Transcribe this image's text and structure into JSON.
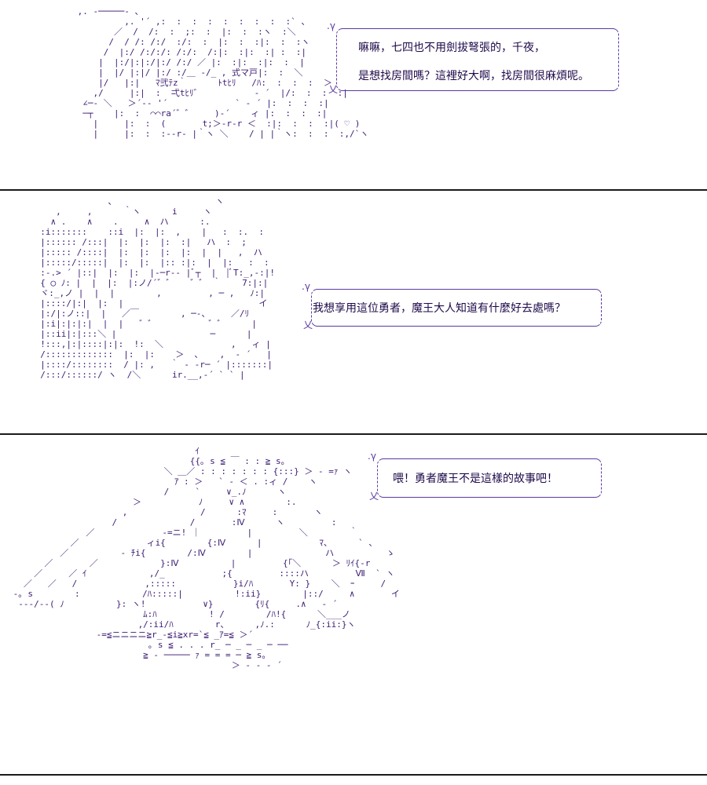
{
  "panels": [
    {
      "art": " ,. -─────- 、\n          ,. '´ ,:  :  :  :  :  :  :  :  :` 、\n        ／  /  /:  :  ;:  :  |:  :  :ヽ  :＼\n       /  / /: /:/  :/:  :  |:  :  :|:  :  :ヽ\n      /  |:/ /:/:/: /:/:  /:|:  :|:  :| :  :|\n     |  |:/|:|:/|:/ /:/ ／ |:  :|:  :|:  :  |\n     |  |/ |:|/ |:/ :/＿ ‐/_ , 式マ戸|:  :  ＼\n     |/   |:|   ﾏ弐ﾃz｀      ﾄtﾋﾘ   /ﾊ:  :  :  :  ＞\n    ,/     |:|  :  弌tﾋﾘ゛          ‐ ´  |/:  :  :  :|\n  ∠─‐ ＼   ＞´‐‐ '´             ` ‐ ´ |:  :  :  :|\n  ─┬    |:  :  ⌒⌒ra´゛゛    )‐´    ィ |:  :  :  :|\n    |     |:  :  (       t;＞‐r‐r ＜  :|:  :  :  :|( ♡ )\n    |     |:  :  :‐-r‐ |｀ヽ ＼    / | |｀ヽ:  :  :  :,/`ヽ",
      "bubble_lines": [
        "嘛嘛，七四也不用劍拔弩張的，千夜，",
        "是想找房間嗎？這裡好大啊，找房間很麻煩呢。"
      ]
    },
    {
      "art": "               、                   ヽ\n     ,     ,      ｀ヽ      i     ヽ\n    ∧ .    ∧    .     ∧  ハ      :.\n  :i:::::::    ::i  |:  |:  ,    |   :  :.  :\n  |:::::: /:::|  |:  |:  |:  :|   ハ  :  ;\n  |::::: /::::|  |:  |:  |:  |:  |  |   ,  ハ\n  |:::::/:::::|  |:  |:  |:: :|:  |  |:   :  :\n  :-.> ´ |::|  |:  |:  |-─r‐‐ |ﾞ┬  |  |ﾞT:_,-:|!\n  { ◯ ﾉ: |  |  |:  |:ノ/´゛゛   ゛゛ ｀    7:|:|\n  ヾ:_,ノ |  |  |        ,         , ─ ,   ﾉ:|\n  |::::/|:|  |:  |                          イ\n  |:/|:ノ::|  |   ／￣        , ─-、    ／/ﾘ\n  |:i|:|:|:|  |  |   ゛゛          ゛゛     |\n  |::ii|:|:::＼ |                  ─      |\n  !:::,|:|::::|:|:  !:  ＼             ,   ィ |\n  /:::::::::::::  |:  |:    ＞  ､    ,  ‐ ´   |\n  |::::/::::::::  / |: ,   ｀ - -r─ ´ |:::::::|\n  /:::/::::::/ ヽ  /＼      ir.__,‐´ ` ` |",
      "bubble_lines": [
        "我想享用這位勇者，魔王大人知道有什麼好去處嗎？"
      ]
    },
    {
      "art": "                                    ｲ\n                                   {{｡ s ≦ ￣ : : ≧ s｡\n                              ＼ ＿／ : : : : : : : {:::} ＞ ‐ =ｧ ヽ\n                                ｱ : ＞   ` ‐ ＜ . :ィ /    ヽ\n                              /     `     ∨_.ﾉ      ヽ\n                        ＞           ﾉ     ∨ ∧        :.\n                      ,              /      :ﾏ     :       ヽ\n                    /              /       :Ⅳ      ヽ         :\n               ／             ‐=ニ! ｜         |         ＼        ｀\n            ／             ィi{        {:Ⅳ      |           ﾏ、     ` 、\n          ／          ‐ ﾁi{        /:Ⅳ        |              ハ          ゝ\n       ／       ／            }:Ⅳ          |         {｢＼      ＞ ﾘｲ{-r\n     ／     ／ ｲ            ,/_           ;{         ::::ハ         Ⅶ  ` ヽ\n   ／   ／   /             ,:::::           }i/ﾊ       Y: }    ＼  ｰ     /\n -｡ s        :            /ﾊ:::::|          !:ii}        |::/     ∧       イ\n  ‐‐-/‐-( ﾉ          }: ヽ!           ∨}        {ﾘ{     .∧   ‐ ´\n                          ﾑ:ﾊ          ! /        /ﾊ!{      ＼___ノ\n                         ,/:ii/ﾊ        r、     ,ﾉ.:      ﾉ_{:ii:}ヽ\n                 ‐=≦ニニニニ≧r_‐≦i≧xr=`≦ _ｱ=≦ ＞´\n                           ｡ s ≦ . . . r_ ─ _ ─ _ ─ ──\n                          ≧ ‐ ───── ｧ = = = ─ ≧ s｡\n                                           ＞ ‐ ‐ ‐ ´",
      "bubble_lines": [
        "喂！勇者魔王不是這樣的故事吧！"
      ]
    }
  ]
}
